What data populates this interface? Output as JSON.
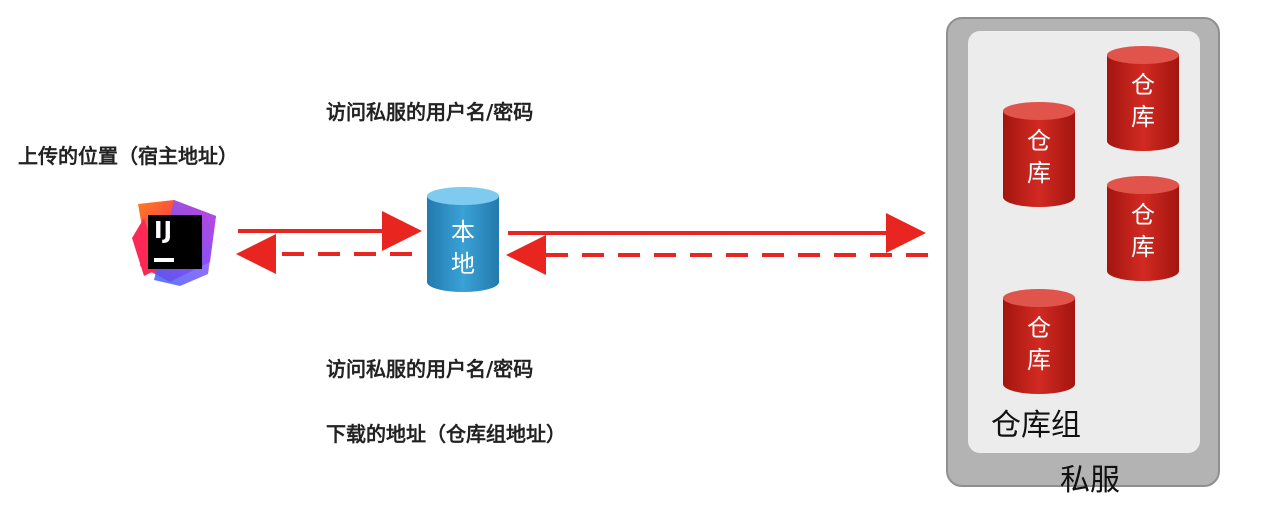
{
  "labels": {
    "upload_location": "上传的位置（宿主地址）",
    "access_credentials_top": "访问私服的用户名/密码",
    "access_credentials_bottom": "访问私服的用户名/密码",
    "download_location": "下载的地址（仓库组地址）"
  },
  "ide": {
    "logo_text": "IJ",
    "icon": "intellij-icon"
  },
  "local_repo": {
    "line1": "本",
    "line2": "地"
  },
  "repositories": [
    {
      "line1": "仓",
      "line2": "库"
    },
    {
      "line1": "仓",
      "line2": "库"
    },
    {
      "line1": "仓",
      "line2": "库"
    },
    {
      "line1": "仓",
      "line2": "库"
    }
  ],
  "repo_group_label": "仓库组",
  "private_server_label": "私服",
  "colors": {
    "arrow": "#e8251f",
    "local_cylinder": "#2f8fc4",
    "repo_cylinder": "#c01d17",
    "panel_outer": "#b3b3b3",
    "panel_inner": "#ececec"
  }
}
